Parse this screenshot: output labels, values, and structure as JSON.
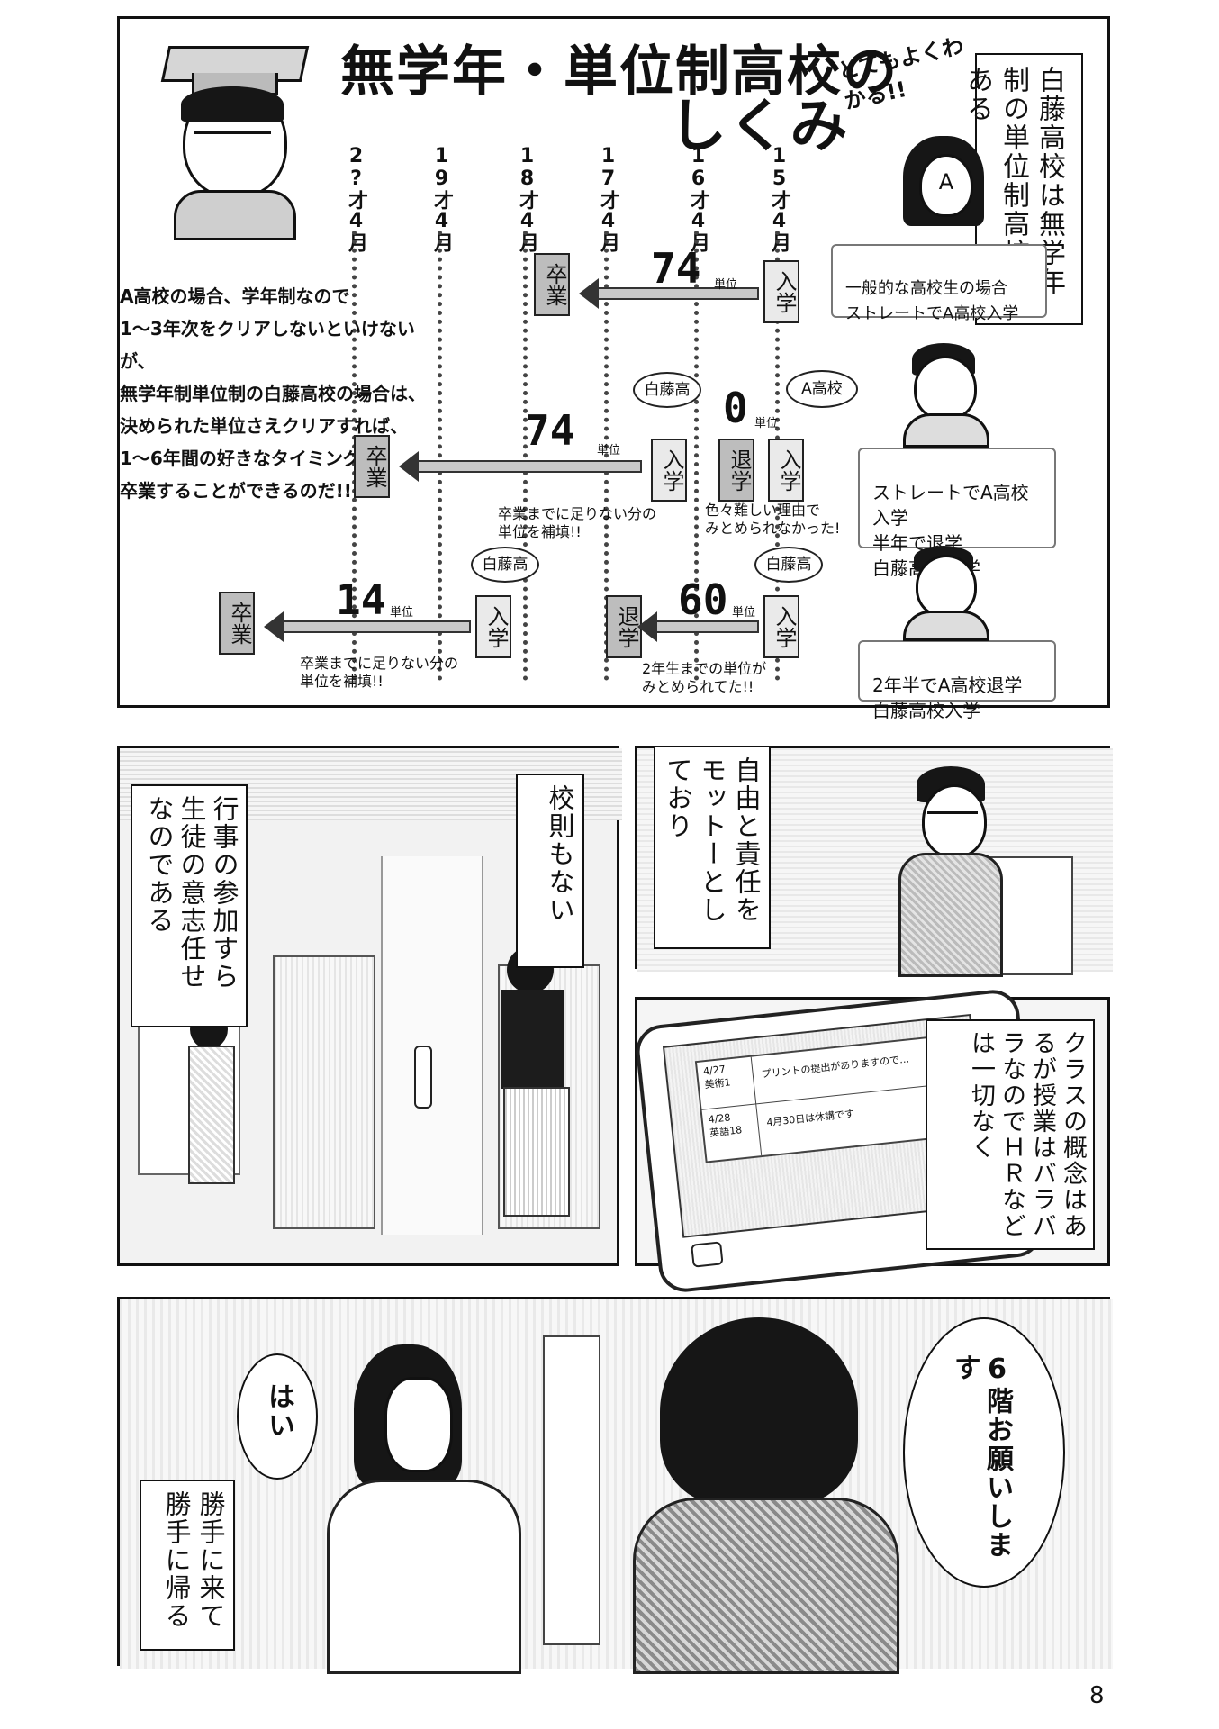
{
  "header": {
    "title_line1": "無学年・単位制高校の",
    "title_line2": "しくみ",
    "subtitle": "とてもよくわかる!!"
  },
  "intro_caption": "白藤高校は無学年制の単位制高校である",
  "columns": [
    "15才4月",
    "16才4月",
    "17才4月",
    "18才4月",
    "19才4月",
    "2?才4月"
  ],
  "explanation": [
    "A高校の場合、学年制なので",
    "1〜3年次をクリアしないといけないが、",
    "無学年制単位制の白藤高校の場合は、",
    "決められた単位さえクリアすれば、",
    "1〜6年間の好きなタイミングで",
    "卒業することができるのだ!!"
  ],
  "labels": {
    "enroll": "入学",
    "graduate": "卒業",
    "withdraw": "退学",
    "shirafuji": "白藤高",
    "a_school": "A高校",
    "unit": "単位"
  },
  "timelines": [
    {
      "credits": "74",
      "case": "一般的な高校生の場合\nストレートでA高校入学",
      "note": ""
    },
    {
      "credits_a": "0",
      "credits_b": "74",
      "case": "ストレートでA高校入学\n半年で退学\n白藤高校入学",
      "note_a": "色々難しい理由で\nみとめられなかった!",
      "note_b": "卒業までに足りない分の\n単位を補填!!"
    },
    {
      "credits_a": "60",
      "credits_b": "14",
      "case": "2年半でA高校退学\n白藤高校入学",
      "note_a": "2年生までの単位が\nみとめられてた!!",
      "note_b": "卒業までに足りない分の\n単位を補填!!"
    }
  ],
  "panel2": {
    "caption": "自由と責任をモットーとしており"
  },
  "panel3": {
    "caption_left": "行事の参加すら生徒の意志任せなのである",
    "caption_mid": "校則もない"
  },
  "panel4": {
    "caption": "クラスの概念はあるが授業はバラバラなのでＨＲなどは一切なく",
    "screen_rows": [
      {
        "date": "4/27\n美術1",
        "text": "プリントの提出がありますので…"
      },
      {
        "date": "4/28\n英語18",
        "text": "4月30日は休講です"
      }
    ]
  },
  "panel5": {
    "speech_boy": "6階お願いします",
    "speech_girl": "はい",
    "caption": "勝手に来て勝手に帰る"
  },
  "page_number": "8"
}
